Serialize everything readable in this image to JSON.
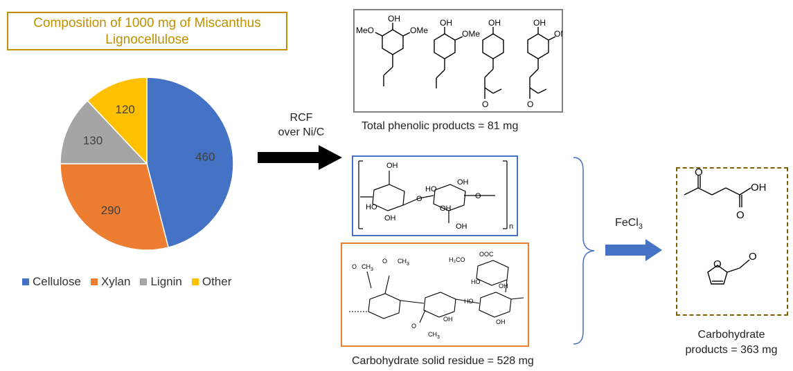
{
  "chart_data": {
    "type": "pie",
    "title": "Composition of 1000 mg of Miscanthus Lignocellulose",
    "categories": [
      "Cellulose",
      "Xylan",
      "Lignin",
      "Other"
    ],
    "values": [
      460,
      290,
      130,
      120
    ],
    "colors": [
      "#4472c4",
      "#ed7d31",
      "#a5a5a5",
      "#ffc000"
    ],
    "legend_position": "bottom"
  },
  "process": {
    "arrow1_line1": "RCF",
    "arrow1_line2": "over Ni/C",
    "arrow2_text": "FeCl",
    "arrow2_sub": "3"
  },
  "products": {
    "phenolic_caption": "Total phenolic products = 81 mg",
    "solid_caption": "Carbohydrate solid residue = 528 mg",
    "carb_caption_line1": "Carbohydrate",
    "carb_caption_line2": "products = 363 mg"
  },
  "molecules": {
    "meo": "MeO",
    "ome": "OMe",
    "oh": "OH",
    "o": "O",
    "ho": "HO",
    "n": "n",
    "ch3": "CH",
    "ch3_sub": "3",
    "h3co": "H₃CO",
    "ooc": "OOC"
  },
  "colors": {
    "title": "#bf9000",
    "phenolic_box": "#7f7f7f",
    "cellulose_box": "#4472c4",
    "xylan_box": "#ed7d31",
    "carb_box": "#7f6000",
    "brace": "#4472c4",
    "arrow2": "#4472c4"
  }
}
